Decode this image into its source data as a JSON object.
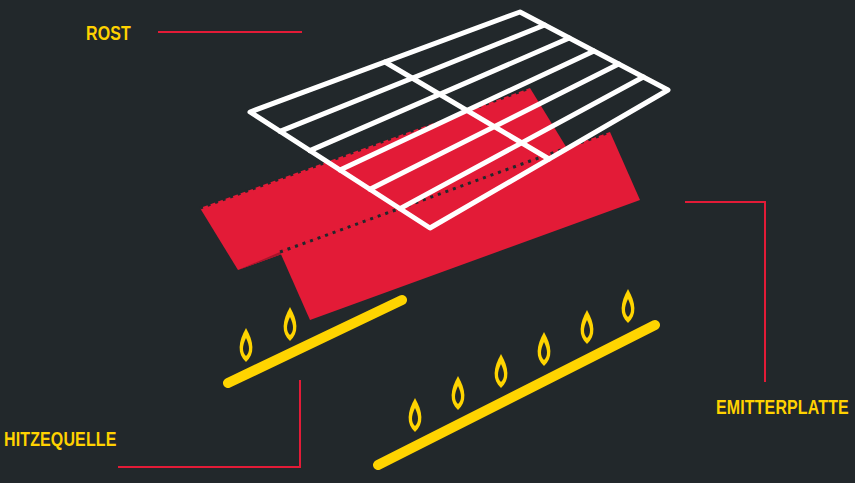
{
  "diagram": {
    "labels": [
      "ROST",
      "EMITTERPLATTE",
      "HITZEQUELLE"
    ]
  }
}
